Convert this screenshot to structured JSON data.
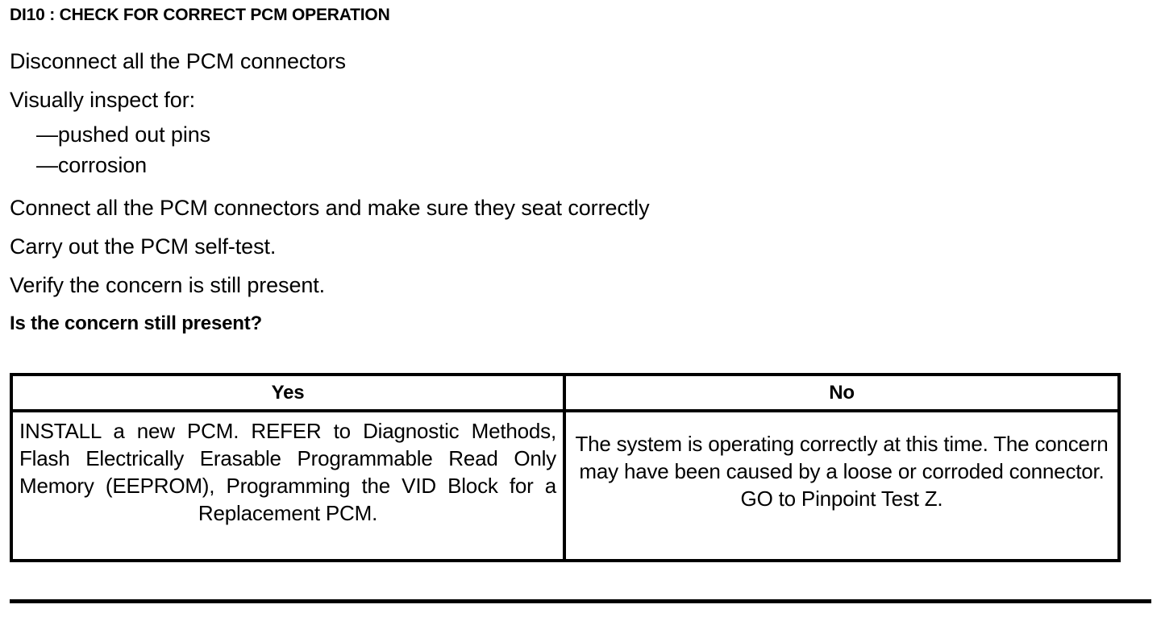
{
  "document": {
    "step_title": "DI10 : CHECK FOR CORRECT PCM OPERATION",
    "instructions": [
      {
        "text": "Disconnect all the PCM connectors",
        "style": "normal"
      },
      {
        "text": "Visually inspect for:",
        "style": "normal"
      },
      {
        "text": "—pushed out pins",
        "style": "bullet"
      },
      {
        "text": "—corrosion",
        "style": "bullet"
      },
      {
        "text": "Connect all the PCM connectors and make sure they seat correctly",
        "style": "normal"
      },
      {
        "text": "Carry out the PCM self-test.",
        "style": "normal"
      },
      {
        "text": "Verify the concern is still present.",
        "style": "normal"
      },
      {
        "text": "Is the concern still present?",
        "style": "bold"
      }
    ],
    "decision_table": {
      "headers": [
        "Yes",
        "No"
      ],
      "cells": [
        "INSTALL a new PCM. REFER to Diagnostic Methods, Flash Electrically Erasable Programmable Read Only Memory (EEPROM), Programming the VID Block for a Replacement PCM.",
        "The system is operating correctly at this time. The concern may have been caused by a loose or corroded connector. GO to Pinpoint Test Z."
      ]
    },
    "colors": {
      "text": "#000000",
      "background": "#ffffff",
      "rule": "#000000"
    }
  }
}
